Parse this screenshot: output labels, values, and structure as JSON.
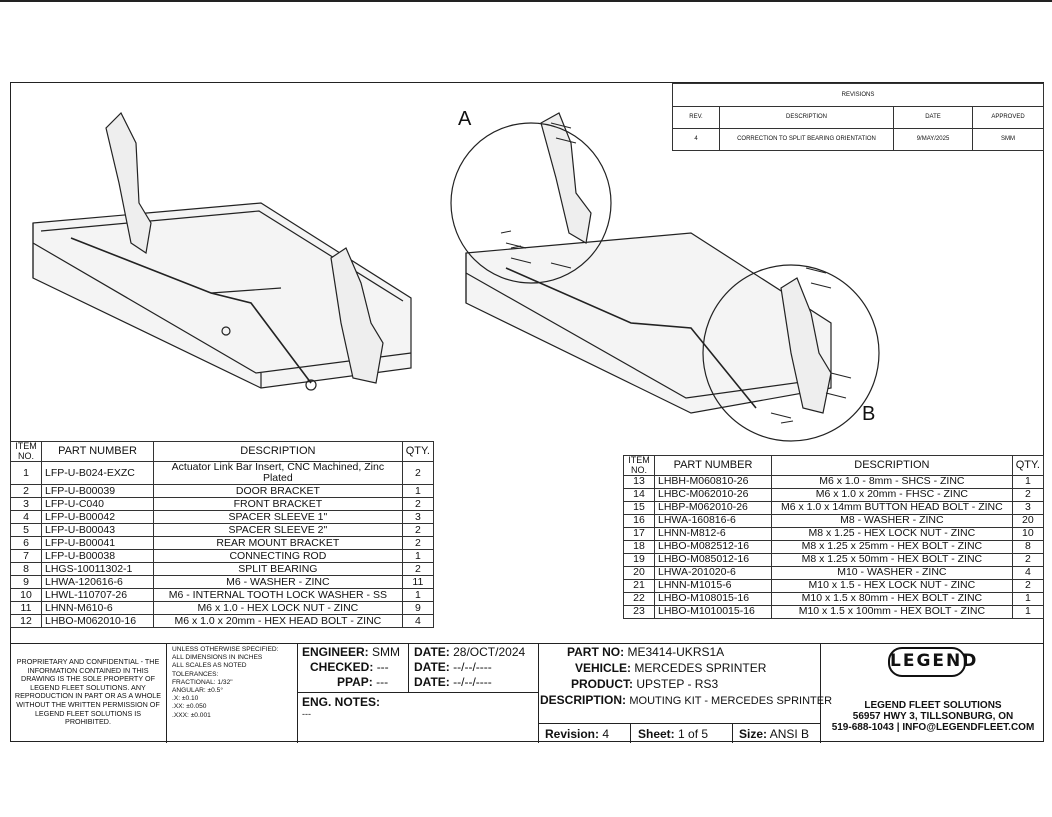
{
  "callouts": {
    "a": "A",
    "b": "B"
  },
  "revisions": {
    "title": "REVISIONS",
    "headers": [
      "REV.",
      "DESCRIPTION",
      "DATE",
      "APPROVED"
    ],
    "rows": [
      [
        "4",
        "CORRECTION TO SPLIT BEARING ORIENTATION",
        "9/MAY/2025",
        "SMM"
      ]
    ]
  },
  "bom_left": {
    "headers": [
      "ITEM NO.",
      "PART NUMBER",
      "DESCRIPTION",
      "QTY."
    ],
    "rows": [
      [
        "1",
        "LFP-U-B024-EXZC",
        "Actuator Link Bar Insert, CNC Machined, Zinc Plated",
        "2"
      ],
      [
        "2",
        "LFP-U-B00039",
        "DOOR BRACKET",
        "1"
      ],
      [
        "3",
        "LFP-U-C040",
        "FRONT BRACKET",
        "2"
      ],
      [
        "4",
        "LFP-U-B00042",
        "SPACER SLEEVE 1\"",
        "3"
      ],
      [
        "5",
        "LFP-U-B00043",
        "SPACER SLEEVE 2\"",
        "2"
      ],
      [
        "6",
        "LFP-U-B00041",
        "REAR MOUNT BRACKET",
        "2"
      ],
      [
        "7",
        "LFP-U-B00038",
        "CONNECTING ROD",
        "1"
      ],
      [
        "8",
        "LHGS-10011302-1",
        "SPLIT BEARING",
        "2"
      ],
      [
        "9",
        "LHWA-120616-6",
        "M6 - WASHER - ZINC",
        "11"
      ],
      [
        "10",
        "LHWL-110707-26",
        "M6 - INTERNAL TOOTH LOCK WASHER - SS",
        "1"
      ],
      [
        "11",
        "LHNN-M610-6",
        "M6 x 1.0 - HEX LOCK NUT - ZINC",
        "9"
      ],
      [
        "12",
        "LHBO-M062010-16",
        "M6 x 1.0 x 20mm - HEX HEAD BOLT - ZINC",
        "4"
      ]
    ]
  },
  "bom_right": {
    "headers": [
      "ITEM NO.",
      "PART NUMBER",
      "DESCRIPTION",
      "QTY."
    ],
    "rows": [
      [
        "13",
        "LHBH-M060810-26",
        "M6 x 1.0 - 8mm - SHCS - ZINC",
        "1"
      ],
      [
        "14",
        "LHBC-M062010-26",
        "M6 x 1.0 x 20mm - FHSC - ZINC",
        "2"
      ],
      [
        "15",
        "LHBP-M062010-26",
        "M6 x 1.0 x 14mm BUTTON HEAD BOLT - ZINC",
        "3"
      ],
      [
        "16",
        "LHWA-160816-6",
        "M8 - WASHER - ZINC",
        "20"
      ],
      [
        "17",
        "LHNN-M812-6",
        "M8 x 1.25 - HEX LOCK NUT - ZINC",
        "10"
      ],
      [
        "18",
        "LHBO-M082512-16",
        "M8 x 1.25 x 25mm - HEX BOLT - ZINC",
        "8"
      ],
      [
        "19",
        "LHBO-M085012-16",
        "M8 x 1.25 x 50mm - HEX BOLT - ZINC",
        "2"
      ],
      [
        "20",
        "LHWA-201020-6",
        "M10 - WASHER - ZINC",
        "4"
      ],
      [
        "21",
        "LHNN-M1015-6",
        "M10 x 1.5 - HEX LOCK NUT - ZINC",
        "2"
      ],
      [
        "22",
        "LHBO-M108015-16",
        "M10 x 1.5 x 80mm - HEX BOLT - ZINC",
        "1"
      ],
      [
        "23",
        "LHBO-M1010015-16",
        "M10 x 1.5 x 100mm - HEX BOLT - ZINC",
        "1"
      ]
    ]
  },
  "title_block": {
    "proprietary": "PROPRIETARY AND CONFIDENTIAL - THE INFORMATION CONTAINED IN THIS DRAWING IS THE SOLE PROPERTY OF LEGEND FLEET SOLUTIONS. ANY REPRODUCTION IN PART OR AS A WHOLE WITHOUT THE WRITTEN PERMISSION OF LEGEND FLEET SOLUTIONS IS PROHIBITED.",
    "tolerances": [
      "UNLESS OTHERWISE SPECIFIED:",
      "ALL DIMENSIONS IN INCHES",
      "ALL SCALES AS NOTED",
      "TOLERANCES:",
      "FRACTIONAL: 1/32\"",
      "ANGULAR: ±0.5°",
      ".X:  ±0.10",
      ".XX:  ±0.050",
      ".XXX:  ±0.001"
    ],
    "engineer_label": "ENGINEER:",
    "engineer": "SMM",
    "checked_label": "CHECKED:",
    "checked": "---",
    "ppap_label": "PPAP:",
    "ppap": "---",
    "date1_label": "DATE:",
    "date1": "28/OCT/2024",
    "date2_label": "DATE:",
    "date2": "--/--/----",
    "date3_label": "DATE:",
    "date3": "--/--/----",
    "eng_notes_label": "ENG. NOTES:",
    "eng_notes": "---",
    "part_no_label": "PART NO:",
    "part_no": "ME3414-UKRS1A",
    "vehicle_label": "VEHICLE:",
    "vehicle": "MERCEDES SPRINTER",
    "product_label": "PRODUCT:",
    "product": "UPSTEP - RS3",
    "description_label": "DESCRIPTION:",
    "description": "MOUTING KIT - MERCEDES SPRINTER",
    "revision_label": "Revision:",
    "revision": "4",
    "sheet_label": "Sheet:",
    "sheet": "1 of 5",
    "size_label": "Size:",
    "size": "ANSI B",
    "logo_text": "LEGEND",
    "company": "LEGEND FLEET SOLUTIONS",
    "address": "56957 HWY 3, TILLSONBURG, ON",
    "contact": "519-688-1043 | INFO@LEGENDFLEET.COM"
  }
}
